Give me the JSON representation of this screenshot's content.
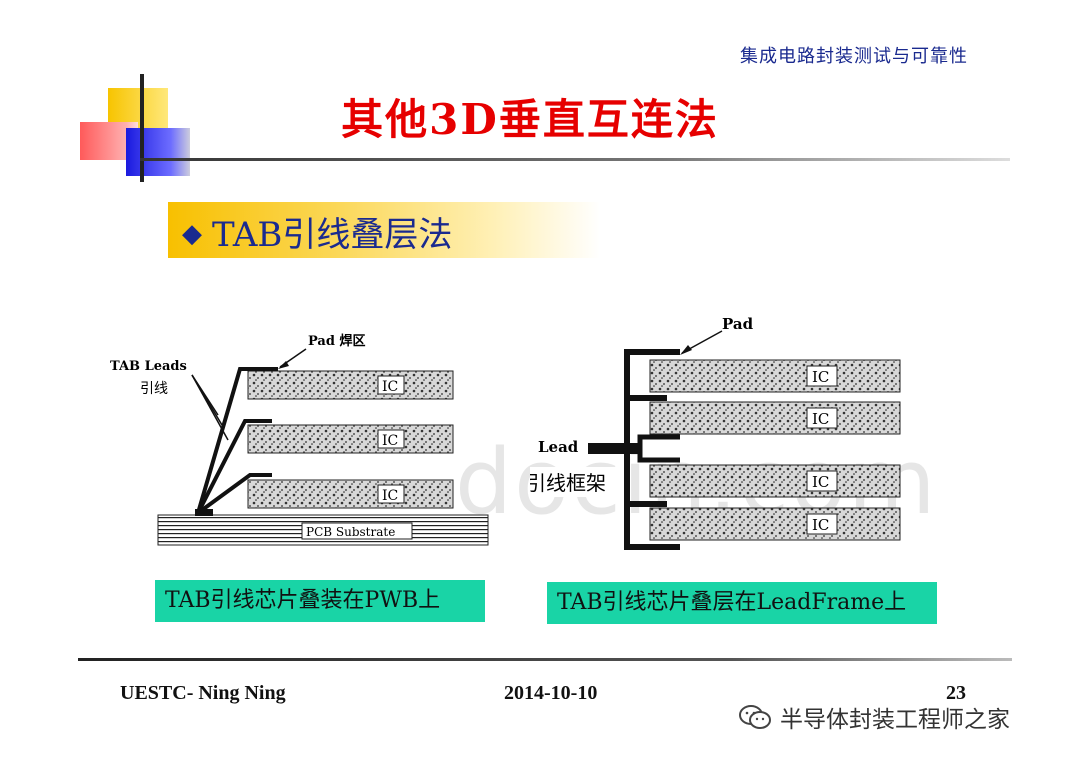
{
  "header": {
    "caption": "集成电路封装测试与可靠性"
  },
  "slide": {
    "title": "其他3D垂直互连法",
    "subtitle": "TAB引线叠层法",
    "watermark": "docin.com"
  },
  "figure_left": {
    "label_pad": "Pad  焊区",
    "label_tab_leads": "TAB Leads",
    "label_leads_cn": "引线",
    "chip_label": "IC",
    "substrate_label": "PCB Substrate",
    "caption": "TAB引线芯片叠装在PWB上"
  },
  "figure_right": {
    "label_pad": "Pad",
    "label_lead": "Lead",
    "label_leadframe_cn": "引线框架",
    "chip_label": "IC",
    "caption": "TAB引线芯片叠层在LeadFrame上"
  },
  "footer": {
    "author": "UESTC- Ning Ning",
    "date": "2014-10-10",
    "page": "23",
    "wechat_account": "半导体封装工程师之家"
  },
  "colors": {
    "title": "#e60000",
    "subtitle": "#1a2a8f",
    "caption_bg": "#19d4a6"
  }
}
